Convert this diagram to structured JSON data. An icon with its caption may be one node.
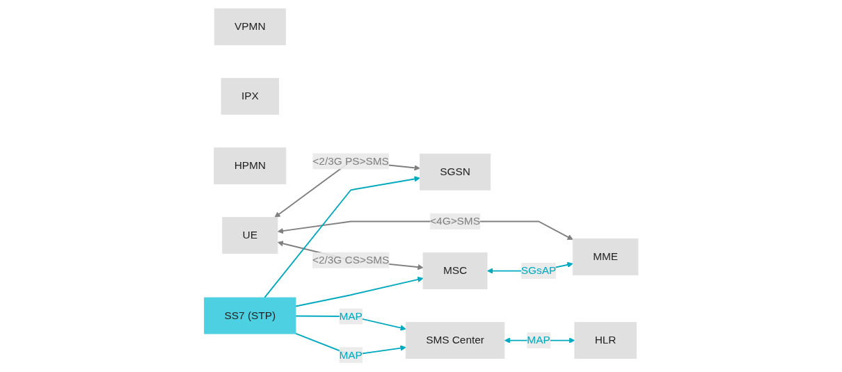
{
  "diagram": {
    "nodes": [
      {
        "text": [
          "VPMN"
        ]
      },
      {
        "text": [
          "IPX"
        ]
      },
      {
        "text": [
          "HPMN"
        ]
      },
      {
        "text": [
          "UE"
        ]
      },
      {
        "text": [
          "SGSN"
        ]
      },
      {
        "text": [
          "MSC"
        ]
      },
      {
        "text": [
          "MME"
        ]
      },
      {
        "text": [
          "SS7 (STP)"
        ]
      },
      {
        "text": [
          "SMS Center"
        ]
      },
      {
        "text": [
          "HLR"
        ]
      }
    ],
    "edges": [
      {
        "from": 3,
        "to": 4,
        "arrow": "both",
        "label": "<2/3G PS>SMS",
        "color": "#808080"
      },
      {
        "from": 3,
        "to": 5,
        "arrow": "both",
        "label": "<2/3G CS>SMS",
        "color": "#808080"
      },
      {
        "from": 3,
        "to": 6,
        "arrow": "both",
        "label": "<4G>SMS",
        "color": "#808080"
      },
      {
        "from": 5,
        "to": 6,
        "arrow": "both",
        "label": "SGsAP"
      },
      {
        "from": 7,
        "to": 4,
        "arrow": "to"
      },
      {
        "from": 7,
        "to": 5,
        "arrow": "to"
      },
      {
        "from": 7,
        "to": 8,
        "arrow": "to",
        "label": "MAP"
      },
      {
        "from": 7,
        "to": 8,
        "arrow": "to",
        "label": "MAP"
      },
      {
        "from": 8,
        "to": 9,
        "arrow": "both",
        "label": "MAP"
      }
    ]
  }
}
